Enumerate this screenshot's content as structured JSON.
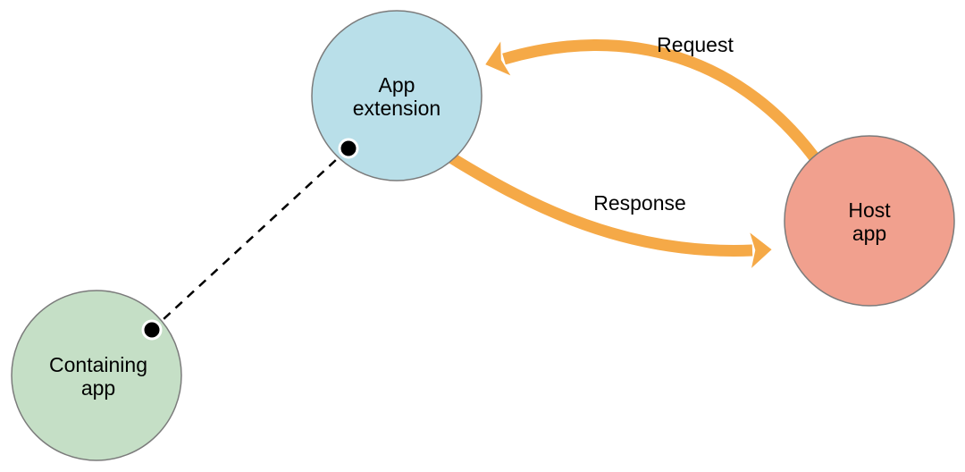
{
  "diagram": {
    "background_color": "#ffffff",
    "nodes": [
      {
        "id": "app-extension",
        "label": "App extension",
        "fill": "#b9dfe9",
        "border_color": "#7b7b7b"
      },
      {
        "id": "containing-app",
        "label": "Containing app",
        "fill": "#c5dfc6",
        "border_color": "#7b7b7b"
      },
      {
        "id": "host-app",
        "label": "Host app",
        "fill": "#f1a08e",
        "border_color": "#7b7b7b"
      }
    ],
    "arrows": [
      {
        "id": "request",
        "label": "Request",
        "from": "Host app",
        "to": "App extension",
        "color": "#f5a947"
      },
      {
        "id": "response",
        "label": "Response",
        "from": "App extension",
        "to": "Host app",
        "color": "#f5a947"
      }
    ],
    "connector": {
      "from": "Containing app",
      "to": "App extension",
      "style": "dashed",
      "line_color": "#000000",
      "endpoint_dot_color": "#000000",
      "endpoint_ring_color": "#ffffff"
    }
  }
}
